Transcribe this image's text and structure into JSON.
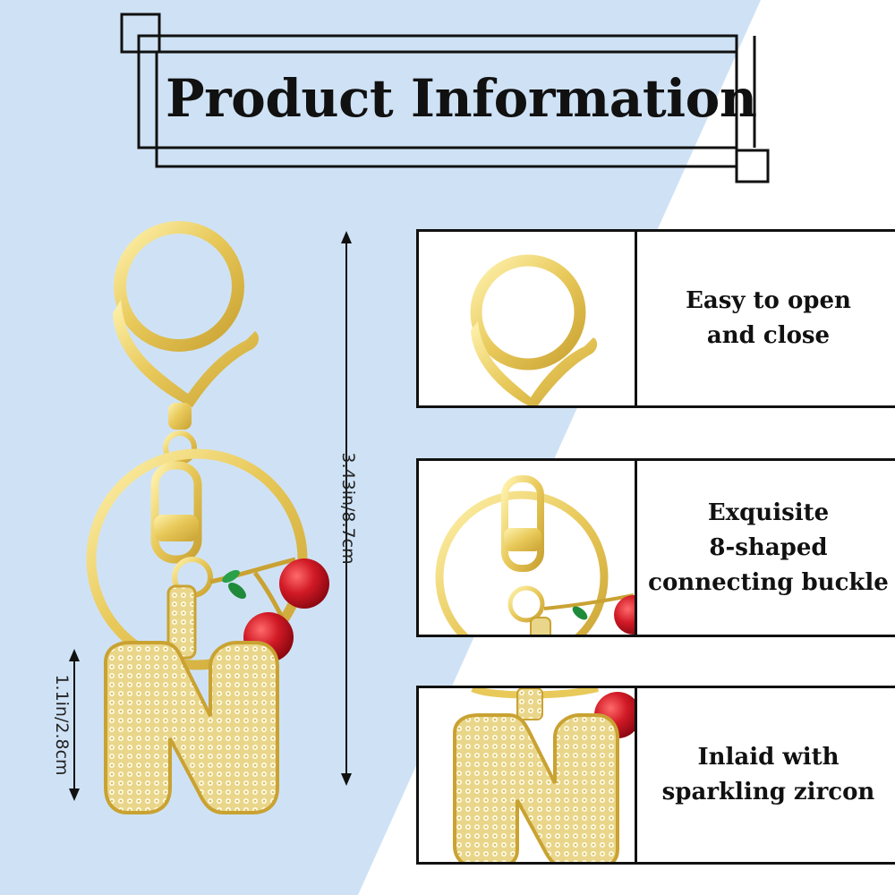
{
  "title": "Product Information",
  "dimensions": {
    "height_label": "3.43in/8.7cm",
    "letter_label": "1.1in/2.8cm"
  },
  "features": [
    {
      "caption": "Easy to open\nand close"
    },
    {
      "caption": "Exquisite\n8-shaped\nconnecting buckle"
    },
    {
      "caption": "Inlaid with\nsparkling zircon"
    }
  ],
  "colors": {
    "background_blue": "#cfe2f5",
    "gold": "#e8c95a",
    "cherry_red": "#c8101e",
    "border": "#111111"
  }
}
